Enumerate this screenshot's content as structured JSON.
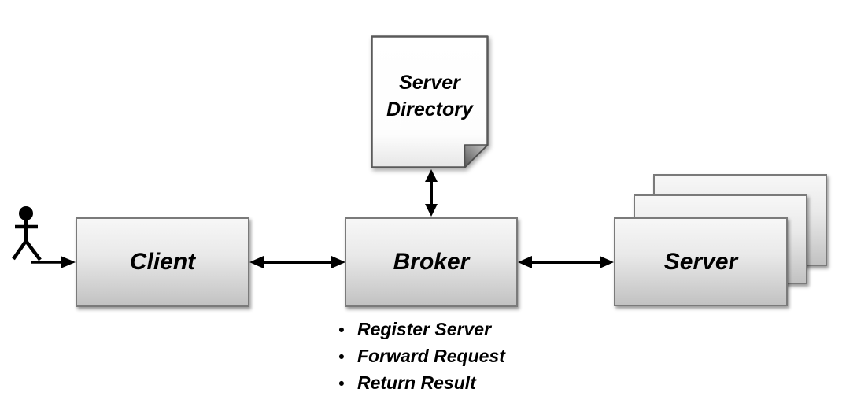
{
  "diagram": {
    "type": "broker-architecture-pattern",
    "nodes": {
      "actor": {
        "icon": "stick-figure-icon"
      },
      "client": {
        "label": "Client"
      },
      "broker": {
        "label": "Broker"
      },
      "server": {
        "label": "Server",
        "stack_count": 3
      },
      "server_directory": {
        "label_line1": "Server",
        "label_line2": "Directory",
        "shape": "document-with-folded-corner"
      }
    },
    "broker_notes": {
      "bullet": "•",
      "items": [
        "Register Server",
        "Forward Request",
        "Return Result"
      ]
    },
    "edges": [
      {
        "from": "actor",
        "to": "client",
        "type": "single-arrow"
      },
      {
        "from": "client",
        "to": "broker",
        "type": "double-arrow"
      },
      {
        "from": "broker",
        "to": "server_directory",
        "type": "double-arrow"
      },
      {
        "from": "broker",
        "to": "server",
        "type": "double-arrow"
      }
    ],
    "colors": {
      "background": "#ffffff",
      "box_fill_top": "#f7f7f7",
      "box_fill_bottom": "#c2c2c2",
      "box_border": "#7a7a7a",
      "document_border": "#5a5a5a",
      "arrow": "#000000",
      "text": "#000000"
    }
  }
}
